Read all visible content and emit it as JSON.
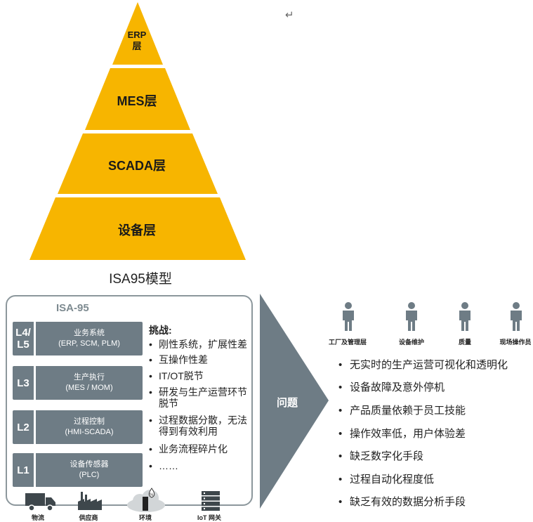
{
  "pyramid": {
    "layers": [
      "ERP\n层",
      "MES层",
      "SCADA层",
      "设备层"
    ],
    "caption": "ISA95模型",
    "color": "#f7b500"
  },
  "return_mark": "↵",
  "isa": {
    "title": "ISA-95",
    "levels": [
      {
        "tag": "L4/\nL5",
        "line1": "业务系统",
        "line2": "(ERP, SCM, PLM)"
      },
      {
        "tag": "L3",
        "line1": "生产执行",
        "line2": "(MES / MOM)"
      },
      {
        "tag": "L2",
        "line1": "过程控制",
        "line2": "(HMI-SCADA)"
      },
      {
        "tag": "L1",
        "line1": "设备传感器",
        "line2": "(PLC)"
      }
    ],
    "challenges_title": "挑战:",
    "challenges": [
      "刚性系统，扩展性差",
      "互操作性差",
      "IT/OT脱节",
      "研发与生产运营环节\n脱节",
      "过程数据分散，无法\n得到有效利用",
      "业务流程碎片化",
      "……"
    ],
    "bottom_icons": [
      {
        "icon": "truck-icon",
        "label": "物流"
      },
      {
        "icon": "factory-icon",
        "label": "供应商"
      },
      {
        "icon": "environment-icon",
        "label": "环境"
      },
      {
        "icon": "server-icon",
        "label": "IoT 网关"
      }
    ]
  },
  "arrow": {
    "label": "问题",
    "color": "#6e7c85"
  },
  "roles": [
    "工厂及管理层",
    "设备维护",
    "质量",
    "现场操作员"
  ],
  "issues": [
    "无实时的生产运营可视化和透明化",
    "设备故障及意外停机",
    "产品质量依赖于员工技能",
    "操作效率低，用户体验差",
    "缺乏数字化手段",
    "过程自动化程度低",
    "缺乏有效的数据分析手段"
  ]
}
